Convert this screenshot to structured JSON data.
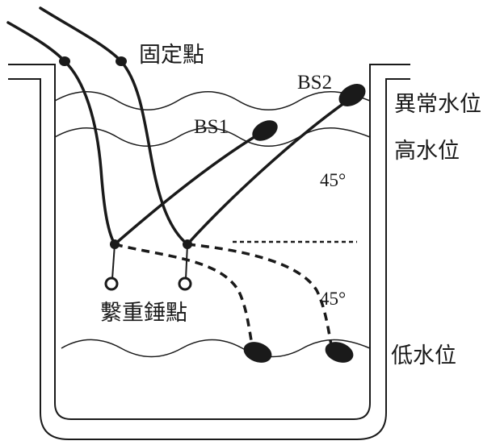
{
  "labels": {
    "fixed_point": "固定點",
    "weight_point": "繫重錘點",
    "bs1": "BS1",
    "bs2": "BS2",
    "abnormal_level": "異常水位",
    "high_level": "高水位",
    "low_level": "低水位",
    "angle_upper": "45°",
    "angle_lower": "45°"
  },
  "colors": {
    "stroke": "#1a1a1a",
    "background": "#ffffff"
  }
}
